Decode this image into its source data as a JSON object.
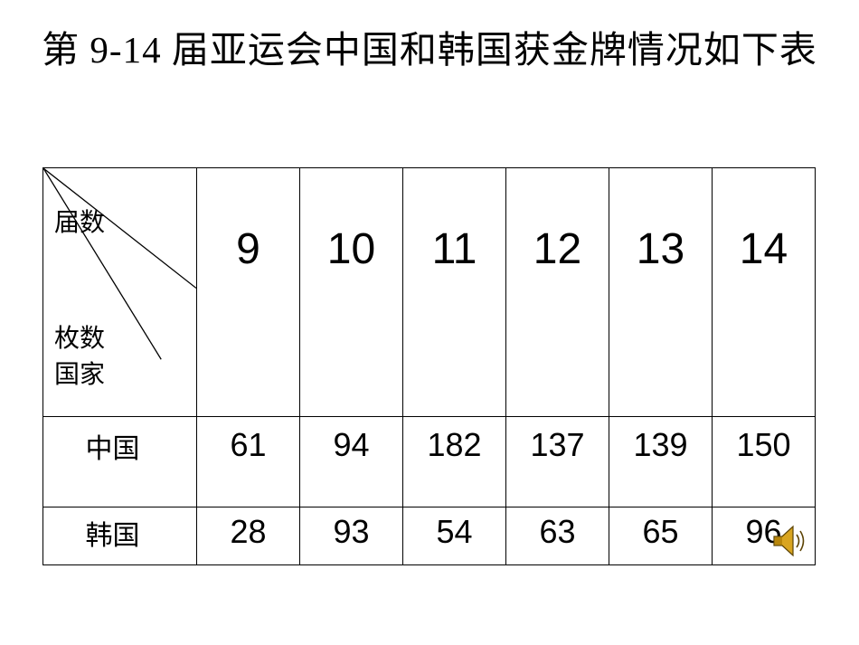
{
  "title": "第 9-14 届亚运会中国和韩国获金牌情况如下表",
  "table": {
    "corner": {
      "top_label": "届数",
      "mid_label": "枚数",
      "bottom_label": "国家"
    },
    "columns": [
      "9",
      "10",
      "11",
      "12",
      "13",
      "14"
    ],
    "rows": [
      {
        "label": "中国",
        "values": [
          "61",
          "94",
          "182",
          "137",
          "139",
          "150"
        ]
      },
      {
        "label": "韩国",
        "values": [
          "28",
          "93",
          "54",
          "63",
          "65",
          "96"
        ]
      }
    ]
  },
  "chart_data": {
    "type": "table",
    "title": "第 9-14 届亚运会中国和韩国获金牌情况如下表",
    "categories": [
      "9",
      "10",
      "11",
      "12",
      "13",
      "14"
    ],
    "series": [
      {
        "name": "中国",
        "values": [
          61,
          94,
          182,
          137,
          139,
          150
        ]
      },
      {
        "name": "韩国",
        "values": [
          28,
          93,
          54,
          63,
          65,
          96
        ]
      }
    ]
  },
  "icons": {
    "speaker": "audio-speaker-icon"
  },
  "colors": {
    "speaker_gold": "#d9a520",
    "speaker_gold_dark": "#8a6508",
    "border": "#000000"
  }
}
